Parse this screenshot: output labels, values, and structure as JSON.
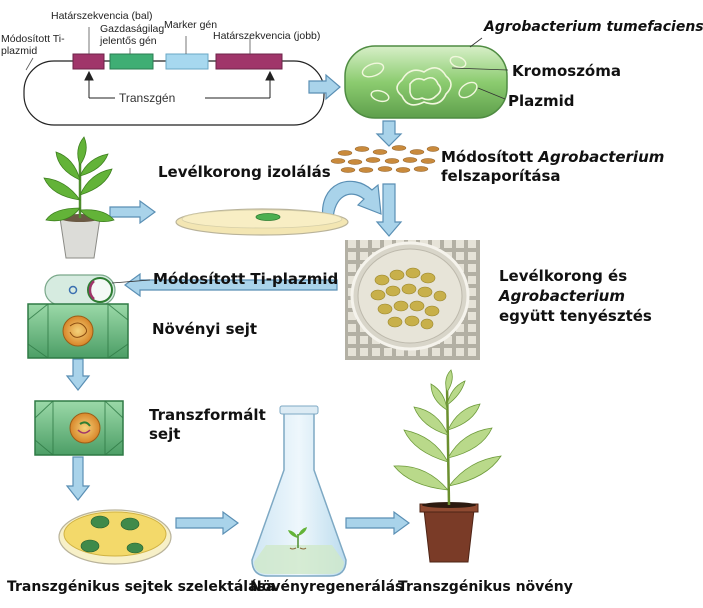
{
  "plasmid": {
    "modified_ti_plasmid": [
      "Módosított Ti-",
      "plazmid"
    ],
    "border_left": "Határszekvencia (bal)",
    "economic_gene": [
      "Gazdaságilag",
      "jelentős gén"
    ],
    "marker_gene": "Marker gén",
    "border_right": "Határszekvencia (jobb)",
    "transgene": "Transzgén"
  },
  "agrobacterium": {
    "name": "Agrobacterium tumefaciens",
    "chromosome": "Kromoszóma",
    "plasmid": "Plazmid"
  },
  "steps": {
    "multiply": [
      "Módosított ",
      "Agrobacterium",
      "felszaporítása"
    ],
    "leaf_disc_isolation": "Levélkorong izolálás",
    "cocultivation": [
      "Levélkorong és",
      "Agrobacterium",
      "együtt tenyésztés"
    ],
    "modified_ti_plasmid": "Módosított Ti-plazmid",
    "plant_cell": "Növényi sejt",
    "transformed_cell": [
      "Transzformált",
      "sejt"
    ],
    "selection": "Transzgénikus sejtek szelektálása",
    "regeneration": "Növényregenerálás",
    "transgenic_plant": "Transzgénikus növény"
  },
  "colors": {
    "border_segment": "#a0356a",
    "economic_gene": "#3fae74",
    "marker_gene": "#9fd3ec",
    "arrow_fill": "#a9d3ea",
    "arrow_stroke": "#5a8fb4",
    "bacterium": "#7cbf6a",
    "cell_wall": "#3f8f5a",
    "nucleus": "#e8a33c"
  }
}
